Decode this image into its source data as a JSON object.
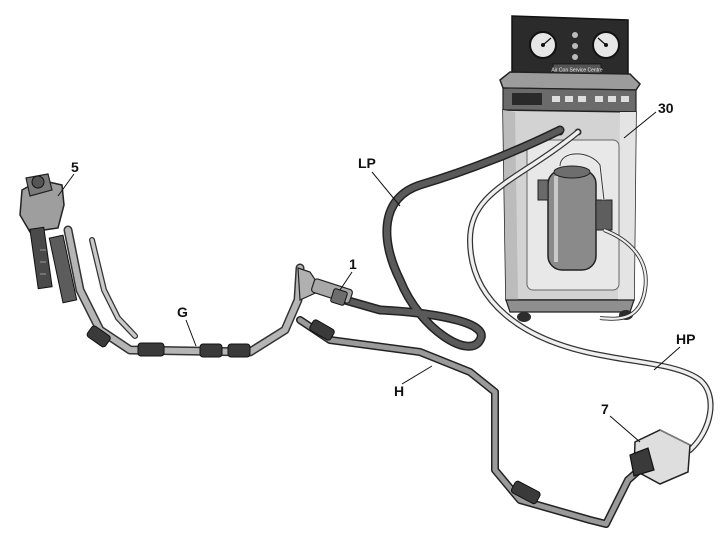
{
  "figure": {
    "machine": {
      "panel_text": "Air Con Service Centre",
      "body_color": "#cfcfcf",
      "panel_color": "#2b2b2b"
    },
    "callouts": [
      {
        "id": "30",
        "text": "30"
      },
      {
        "id": "5",
        "text": "5"
      },
      {
        "id": "lp",
        "text": "LP"
      },
      {
        "id": "1",
        "text": "1"
      },
      {
        "id": "g",
        "text": "G"
      },
      {
        "id": "h",
        "text": "H"
      },
      {
        "id": "hp",
        "text": "HP"
      },
      {
        "id": "7",
        "text": "7"
      }
    ],
    "colors": {
      "outline": "#333333",
      "lp_hose": "#5a5a5a",
      "hp_hose": "#e8e8e8",
      "pipe": "#a8a8a8",
      "dark_part": "#3a3a3a"
    }
  }
}
